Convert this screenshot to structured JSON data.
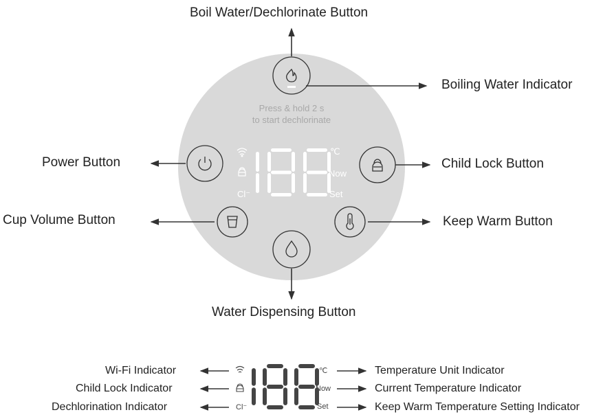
{
  "title_labels": {
    "boil": "Boil Water/Dechlorinate Button",
    "boiling_indicator": "Boiling Water Indicator",
    "power": "Power Button",
    "child_lock": "Child Lock Button",
    "cup_volume": "Cup Volume Button",
    "keep_warm": "Keep Warm Button",
    "water_dispensing": "Water Dispensing Button"
  },
  "hint": {
    "line1": "Press & hold 2 s",
    "line2": "to start dechlorinate"
  },
  "display": {
    "digits": "188",
    "unit": "℃",
    "now": "Now",
    "set": "Set",
    "cl": "Cl⁻"
  },
  "legend": {
    "wifi": "Wi-Fi Indicator",
    "lock": "Child Lock Indicator",
    "dechlor": "Dechlorination Indicator",
    "unit": "Temperature Unit Indicator",
    "now": "Current Temperature Indicator",
    "set": "Keep Warm Temperature Setting Indicator"
  },
  "colors": {
    "panel": "#d9d9d9",
    "lit": "#ffffff",
    "dark": "#444444"
  }
}
